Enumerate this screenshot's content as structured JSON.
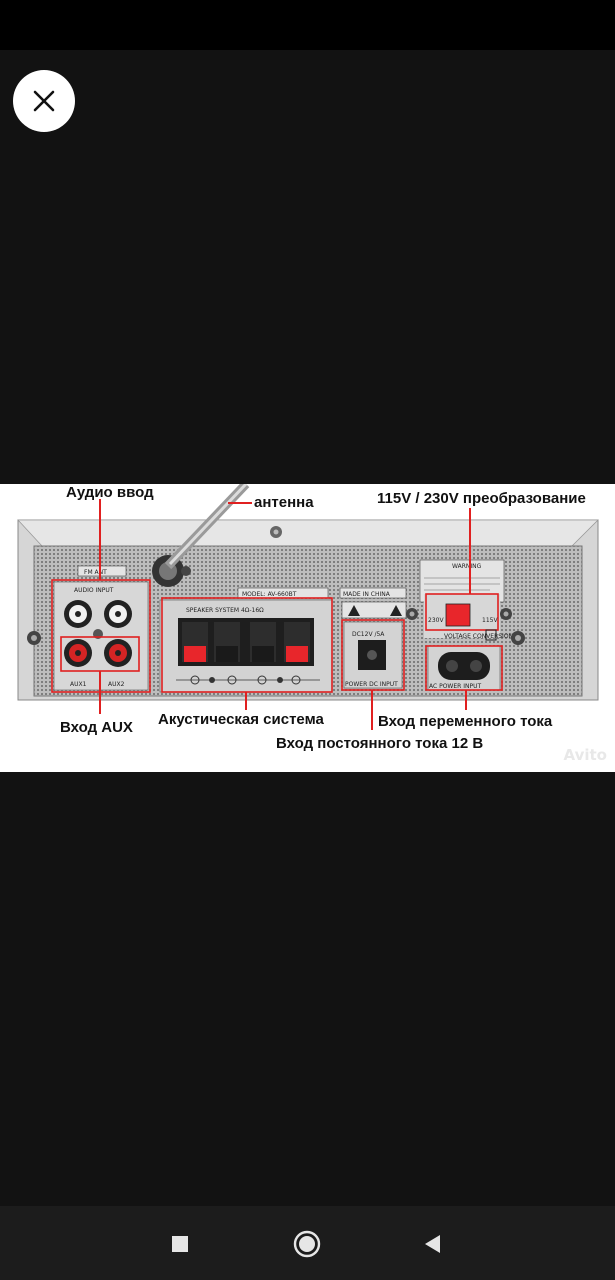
{
  "viewer": {
    "close_icon": "close-icon"
  },
  "photo": {
    "callouts": {
      "audio_input": "Аудио ввод",
      "antenna": "антенна",
      "voltage_conversion": "115V / 230V преобразование",
      "aux_input": "Вход AUX",
      "speaker_system": "Акустическая система",
      "ac_input": "Вход переменного тока",
      "dc_input": "Вход постоянного тока 12 В"
    },
    "panel_labels": {
      "fm_ant": "FM ANT",
      "audio_input": "AUDIO INPUT",
      "aux1": "AUX1",
      "aux2": "AUX2",
      "model": "MODEL: AV-660BT",
      "made_in": "MADE IN CHINA",
      "speaker_system": "SPEAKER SYSTEM 4Ω-16Ω",
      "warning": "WARNING",
      "voltage_conversion": "VOLTAGE CONVERSION",
      "v230": "230V",
      "v115": "115V",
      "dc_rating": "DC12V /5A",
      "power_dc_input": "POWER DC INPUT",
      "ac_power_input": "AC POWER INPUT"
    },
    "watermark": "Avito",
    "colors": {
      "callout_line": "#e02020",
      "terminal_red": "#e8262b"
    }
  },
  "nav": {
    "recents_icon": "recents-square-icon",
    "home_icon": "home-circle-icon",
    "back_icon": "back-triangle-icon"
  }
}
